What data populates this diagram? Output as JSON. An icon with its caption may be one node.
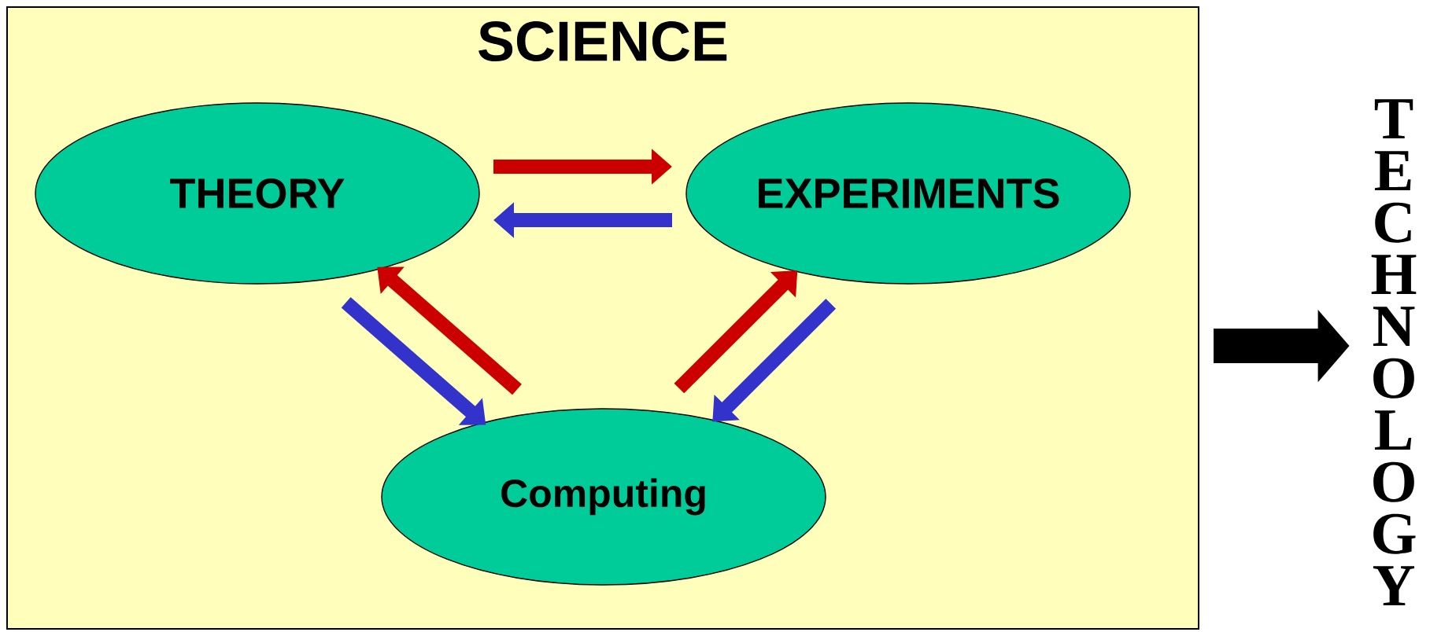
{
  "diagram": {
    "nodes": [
      {
        "text": [
          "SCIENCE"
        ]
      },
      {
        "text": [
          "THEORY"
        ],
        "in": 0
      },
      {
        "text": [
          "EXPERIMENTS"
        ],
        "in": 0
      },
      {
        "text": [
          "Computing"
        ],
        "in": 0
      },
      {
        "text": [
          "TECHNOLOGY"
        ]
      }
    ],
    "edges": [
      {
        "from": 1,
        "to": 2,
        "arrow": "to",
        "color": "#cc0000"
      },
      {
        "from": 2,
        "to": 1,
        "arrow": "to",
        "color": "#3333cc"
      },
      {
        "from": 1,
        "to": 3,
        "arrow": "to",
        "color": "#3333cc"
      },
      {
        "from": 3,
        "to": 1,
        "arrow": "to",
        "color": "#cc0000"
      },
      {
        "from": 3,
        "to": 2,
        "arrow": "to",
        "color": "#cc0000"
      },
      {
        "from": 2,
        "to": 3,
        "arrow": "to",
        "color": "#3333cc"
      },
      {
        "from": 0,
        "to": 4,
        "arrow": "to",
        "style": "thick",
        "color": "#000000"
      }
    ]
  }
}
